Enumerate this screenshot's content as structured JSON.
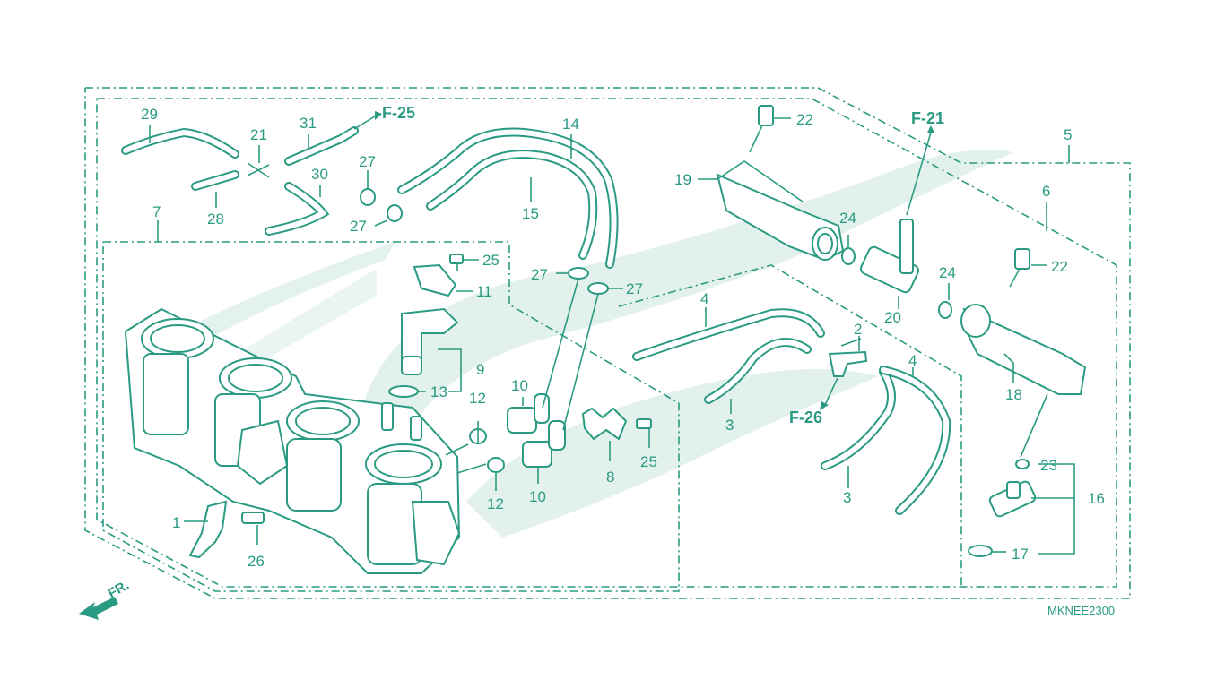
{
  "diagram": {
    "accent_color": "#2a9b82",
    "drawing_code": "MKNEE2300",
    "front_arrow_label": "FR.",
    "page_refs": {
      "f25": "F-25",
      "f21": "F-21",
      "f26": "F-26"
    },
    "callouts": {
      "c29": "29",
      "c21": "21",
      "c31": "31",
      "c30": "30",
      "c28": "28",
      "c27a": "27",
      "c27b": "27",
      "c27c": "27",
      "c27d": "27",
      "c14": "14",
      "c15": "15",
      "c7": "7",
      "c25a": "25",
      "c25b": "25",
      "c11": "11",
      "c9": "9",
      "c13": "13",
      "c12a": "12",
      "c12b": "12",
      "c10a": "10",
      "c10b": "10",
      "c8": "8",
      "c1": "1",
      "c26": "26",
      "c22a": "22",
      "c22b": "22",
      "c19": "19",
      "c24a": "24",
      "c24b": "24",
      "c20": "20",
      "c5": "5",
      "c6": "6",
      "c18": "18",
      "c23": "23",
      "c16": "16",
      "c17": "17",
      "c4a": "4",
      "c4b": "4",
      "c3a": "3",
      "c3b": "3",
      "c2": "2"
    }
  }
}
